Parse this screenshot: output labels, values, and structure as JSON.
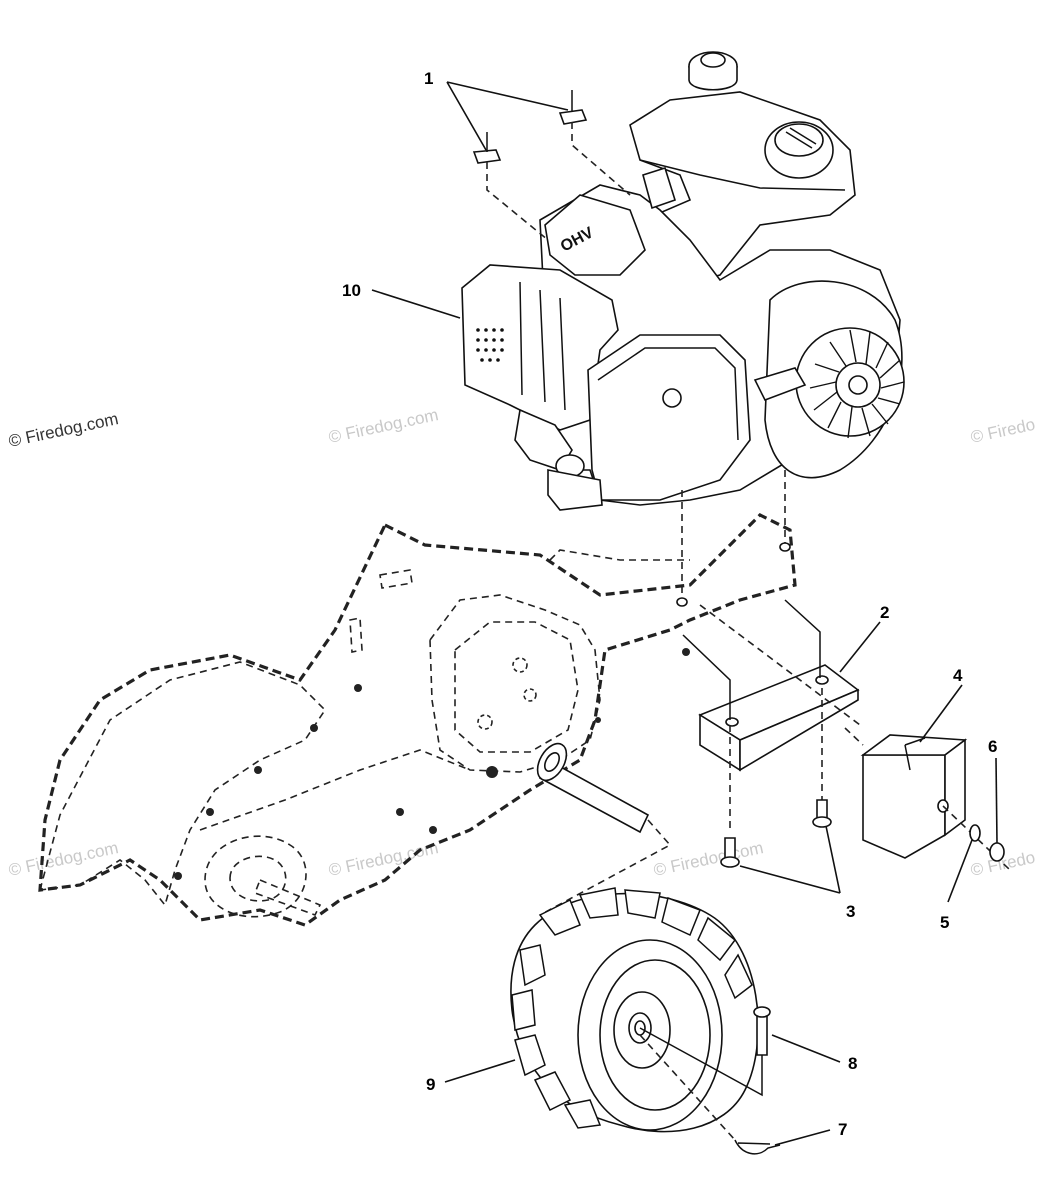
{
  "watermark": {
    "text_main": "© Firedog.com",
    "text_faded": "© Firedog.com",
    "text_partial": "© Firedo"
  },
  "callouts": {
    "c1": "1",
    "c2": "2",
    "c3": "3",
    "c4": "4",
    "c5": "5",
    "c6": "6",
    "c7": "7",
    "c8": "8",
    "c9": "9",
    "c10": "10"
  },
  "engine": {
    "badge_text": "OHV"
  },
  "colors": {
    "line": "#111111",
    "watermark": "#c9c9c9",
    "background": "#ffffff"
  }
}
